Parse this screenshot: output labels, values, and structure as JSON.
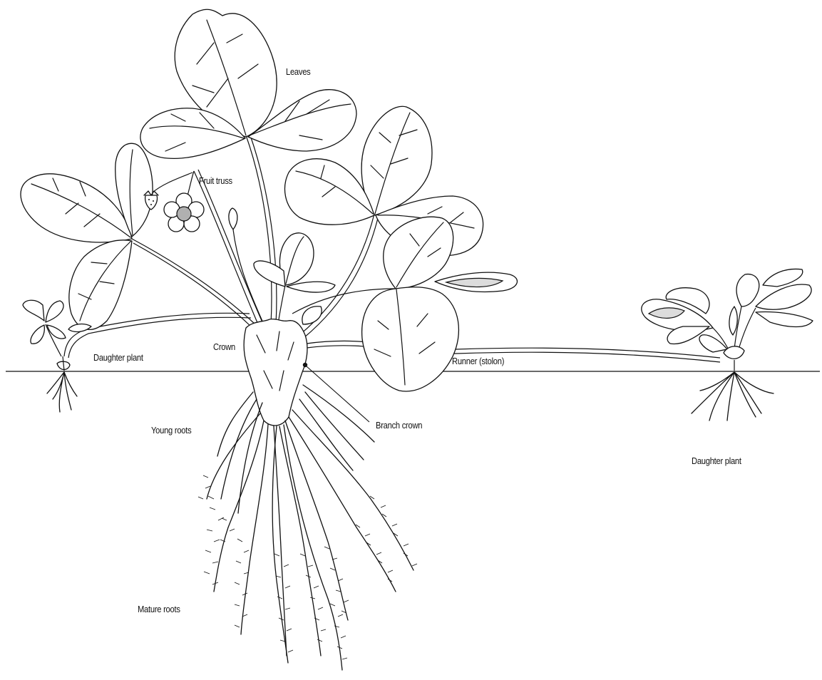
{
  "diagram": {
    "labels": {
      "leaves": "Leaves",
      "fruit_truss": "Fruit truss",
      "crown": "Crown",
      "daughter_plant_left": "Daughter plant",
      "runner": "Runner (stolon)",
      "branch_crown": "Branch crown",
      "young_roots": "Young roots",
      "daughter_plant_right": "Daughter plant",
      "mature_roots": "Mature roots"
    },
    "colors": {
      "line": "#111111",
      "flower_center": "#b0b0b0",
      "shaded_leaf": "#dcdcdc",
      "background": "#ffffff"
    }
  }
}
